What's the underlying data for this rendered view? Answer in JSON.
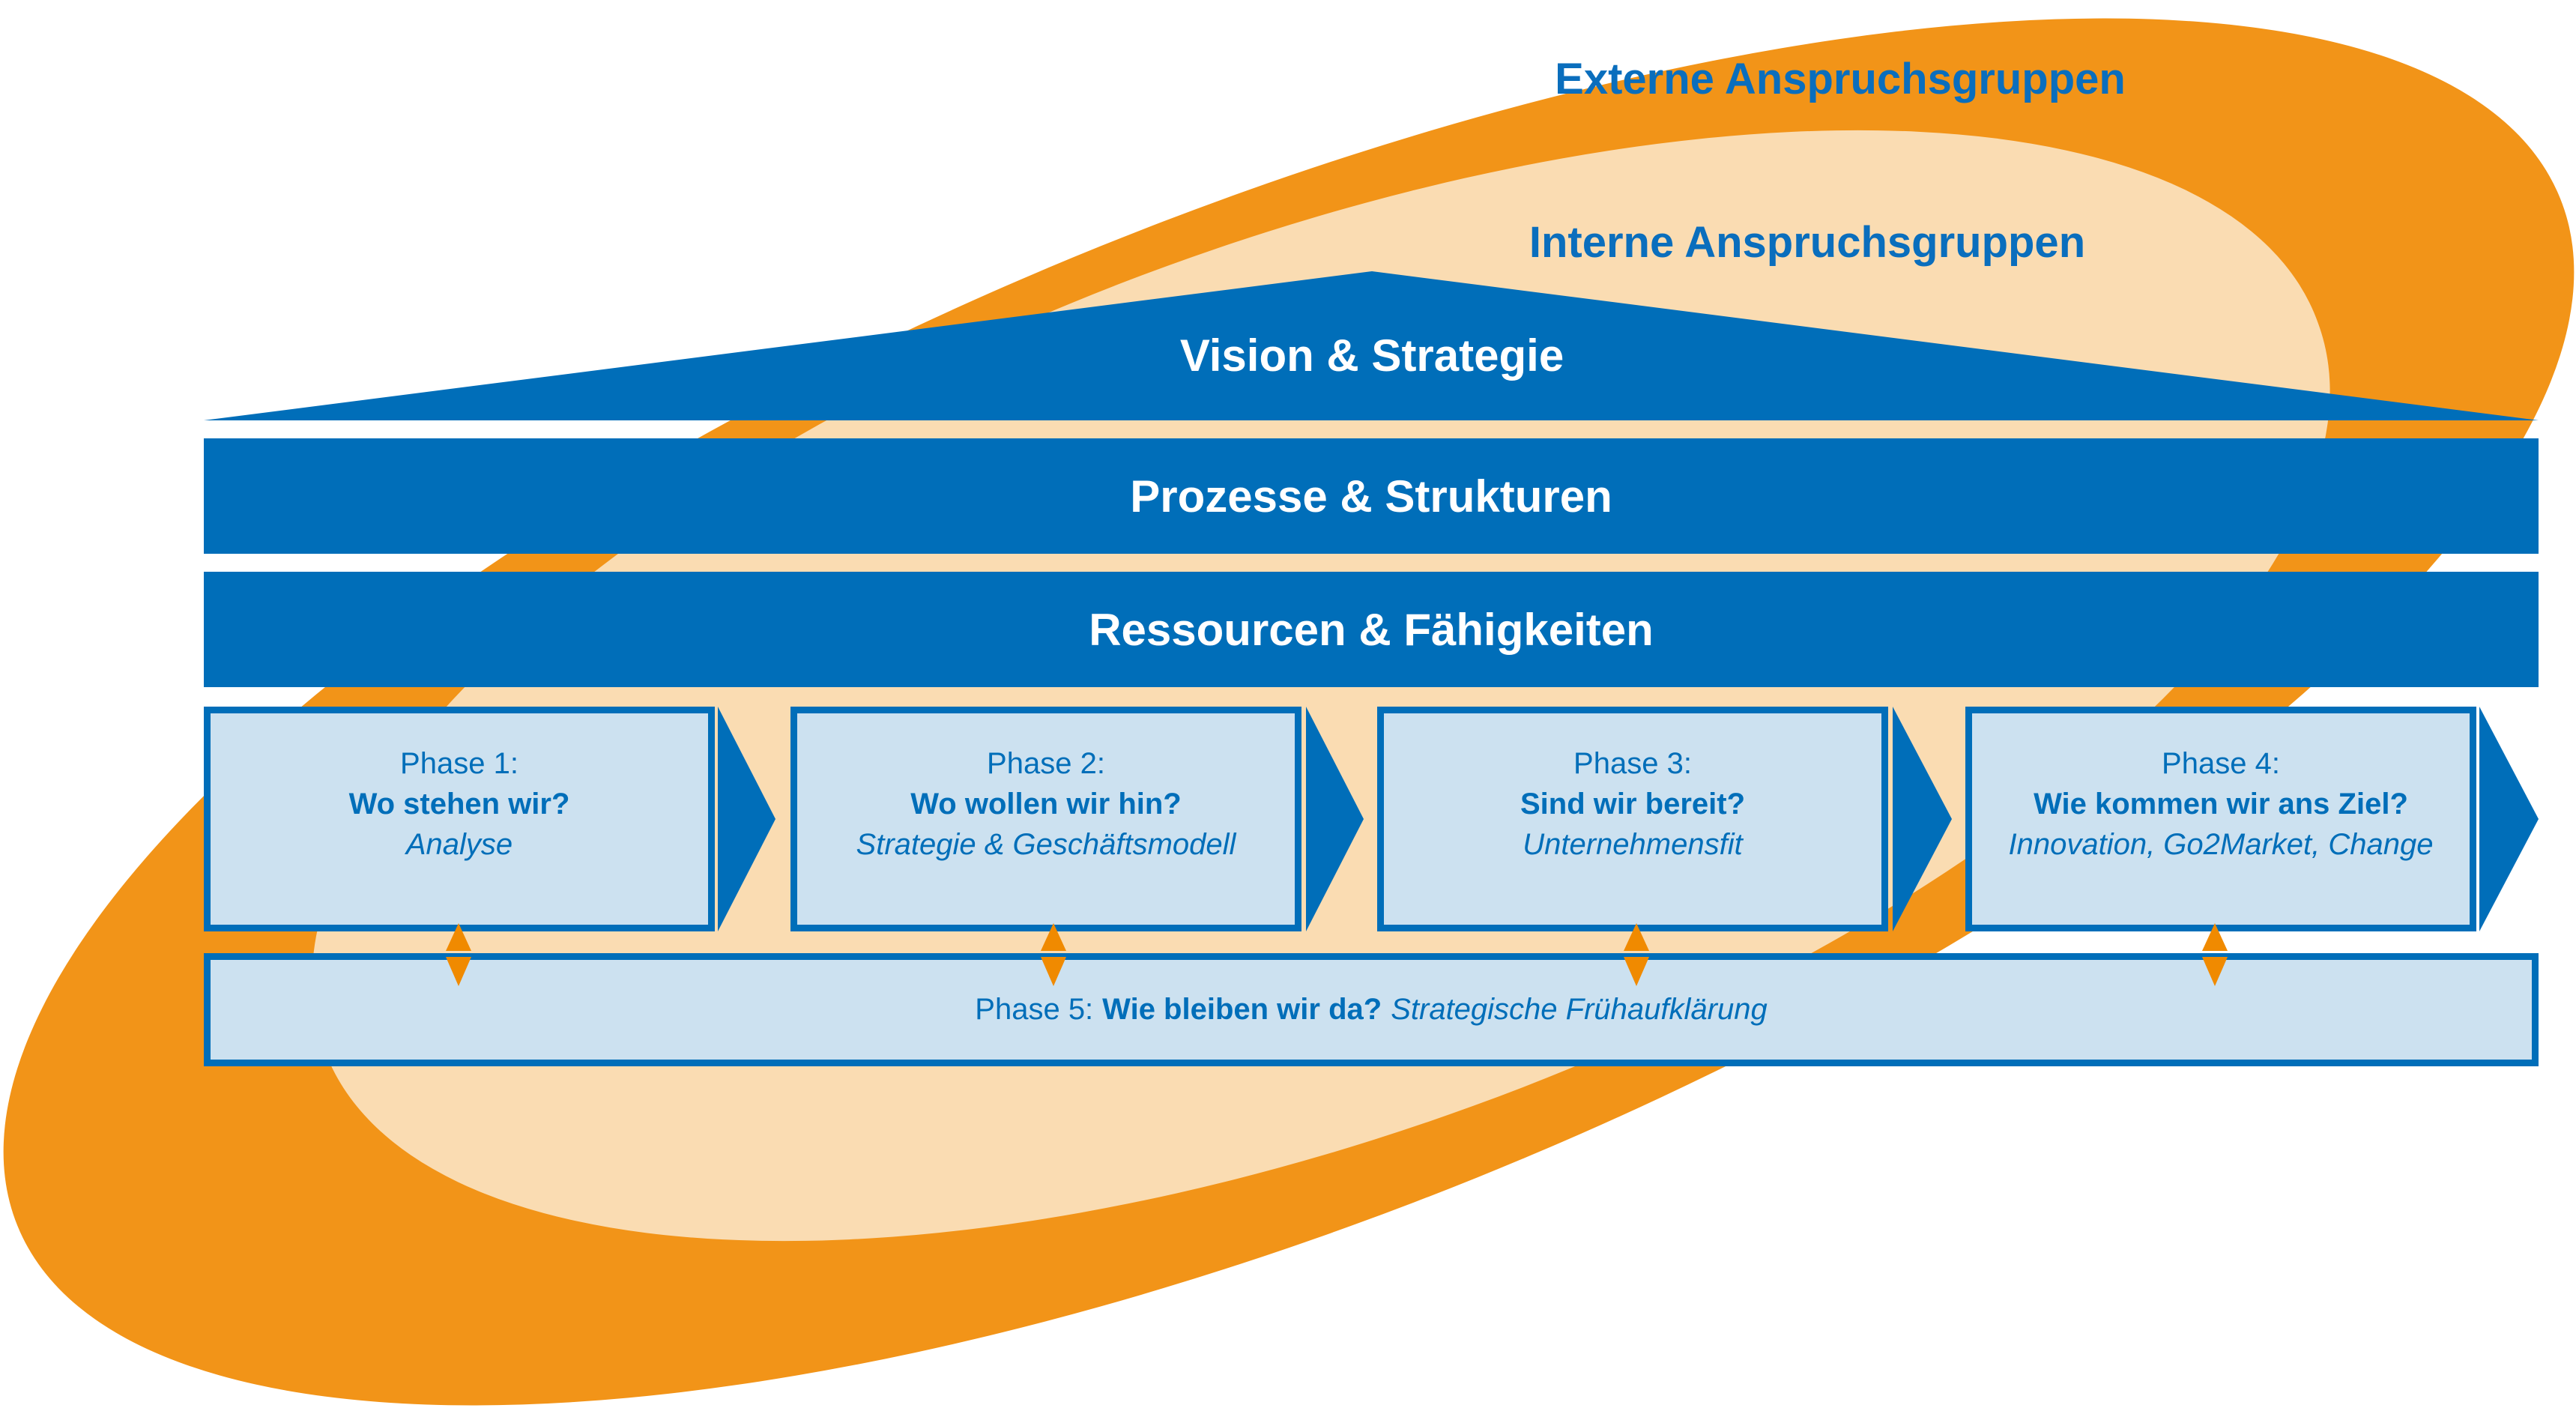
{
  "outer_label": "Externe Anspruchsgruppen",
  "inner_label": "Interne Anspruchsgruppen",
  "layers": {
    "vision": "Vision & Strategie",
    "processes": "Prozesse & Strukturen",
    "resources": "Ressourcen & Fähigkeiten"
  },
  "phases": [
    {
      "label": "Phase 1:",
      "question": "Wo stehen wir?",
      "topic": "Analyse"
    },
    {
      "label": "Phase 2:",
      "question": "Wo wollen wir hin?",
      "topic": "Strategie & Geschäftsmodell"
    },
    {
      "label": "Phase 3:",
      "question": "Sind wir bereit?",
      "topic": "Unternehmensfit"
    },
    {
      "label": "Phase 4:",
      "question": "Wie kommen wir ans Ziel?",
      "topic": "Innovation, Go2Market, Change"
    }
  ],
  "phase5": {
    "label": "Phase 5:",
    "question": "Wie bleiben wir da?",
    "topic": "Strategische Frühaufklärung"
  },
  "colors": {
    "orange": "#f29418",
    "peach": "#fadcb2",
    "blue": "#006eb9",
    "light_blue": "#cce1f0"
  }
}
